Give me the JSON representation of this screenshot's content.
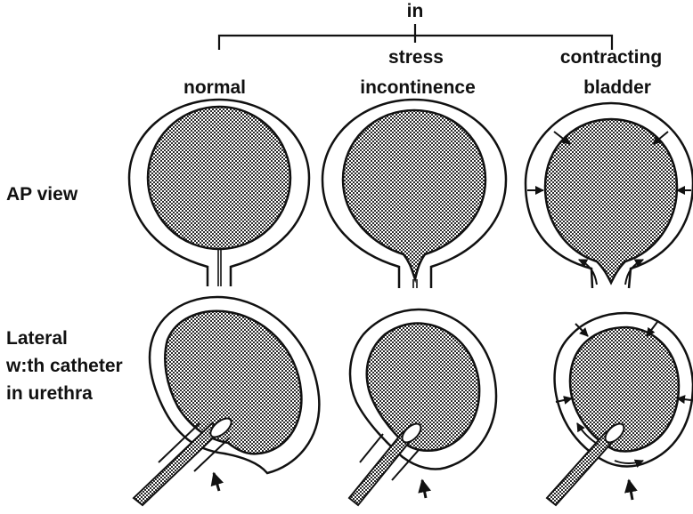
{
  "heading": "in",
  "columns": {
    "normal": "normal",
    "stress_line1": "stress",
    "stress_line2": "incontinence",
    "contracting_line1": "contracting",
    "contracting_line2": "bladder"
  },
  "rows": {
    "ap": "AP view",
    "lateral_line1": "Lateral",
    "lateral_line2": "w:th catheter",
    "lateral_line3": "in urethra"
  },
  "colors": {
    "ink": "#111111",
    "fill_dark": "#2a2a2a",
    "fill_light": "#ffffff",
    "background": "#ffffff"
  }
}
